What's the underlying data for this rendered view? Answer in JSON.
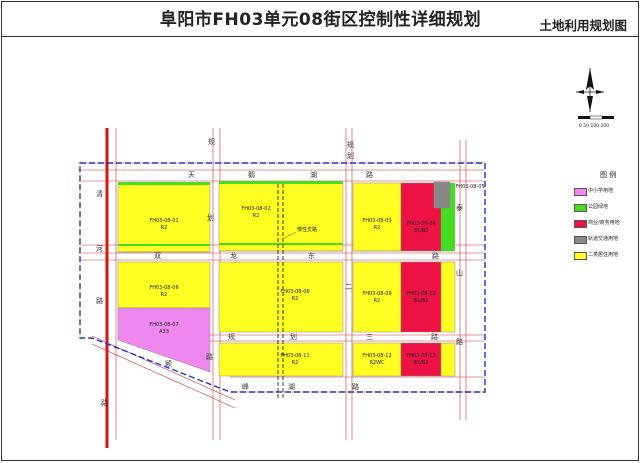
{
  "header": {
    "title": "阜阳市FH03单元08街区控制性详细规划",
    "subtitle": "土地利用规划图"
  },
  "compass": {
    "scale_label": "0 50 100 200"
  },
  "legend": {
    "title": "图  例",
    "items": [
      {
        "label": "中小学用地",
        "color": "#ee88ee"
      },
      {
        "label": "公园绿地",
        "color": "#44dd22"
      },
      {
        "label": "商业/商务用地",
        "color": "#ee1144"
      },
      {
        "label": "轨道交通用地",
        "color": "#888888"
      },
      {
        "label": "二类居住用地",
        "color": "#ffff22"
      }
    ]
  },
  "parcels": [
    {
      "id": "FH03-08-01",
      "code": "R2",
      "landuse": "二类居住用地"
    },
    {
      "id": "FH03-08-02",
      "code": "R2",
      "landuse": "二类居住用地"
    },
    {
      "id": "FH03-08-03",
      "code": "R2",
      "landuse": "二类居住用地"
    },
    {
      "id": "FH03-08-04",
      "code": "B1/B2",
      "landuse": "商业/商务用地"
    },
    {
      "id": "FH03-08-05",
      "code": "",
      "landuse": "轨道交通用地"
    },
    {
      "id": "FH03-08-06",
      "code": "R2",
      "landuse": "二类居住用地"
    },
    {
      "id": "FH03-08-07",
      "code": "A33",
      "landuse": "中小学用地"
    },
    {
      "id": "FH03-08-08",
      "code": "R2",
      "landuse": "二类居住用地"
    },
    {
      "id": "FH03-08-09",
      "code": "R2",
      "landuse": "二类居住用地"
    },
    {
      "id": "FH03-08-10",
      "code": "B1/B2",
      "landuse": "商业/商务用地"
    },
    {
      "id": "FH03-08-11",
      "code": "R2",
      "landuse": "二类居住用地"
    },
    {
      "id": "FH03-08-12",
      "code": "R2WC",
      "landuse": "二类居住用地"
    },
    {
      "id": "FH03-08-13",
      "code": "B1/B2",
      "landuse": "商业/商务用地"
    }
  ],
  "annotations": {
    "lane_label": "慢性支路"
  },
  "road_chars": {
    "top_vertical": [
      "规",
      "划"
    ],
    "top_road": [
      "天",
      "鹅",
      "湖",
      "路"
    ],
    "west_road": [
      "清",
      "河",
      "路"
    ],
    "mid_road": [
      "双",
      "龙",
      "东",
      "路"
    ],
    "south_mid_road": [
      "规",
      "划",
      "三",
      "路"
    ],
    "east_road": [
      "泰",
      "山",
      "路"
    ],
    "diagonal_road": [
      "颍",
      "路"
    ],
    "bottom_road": [
      "峰",
      "湖",
      "路"
    ],
    "inner_vertical_1": [
      "规",
      "划"
    ],
    "inner_vertical_2": [
      "二"
    ]
  }
}
